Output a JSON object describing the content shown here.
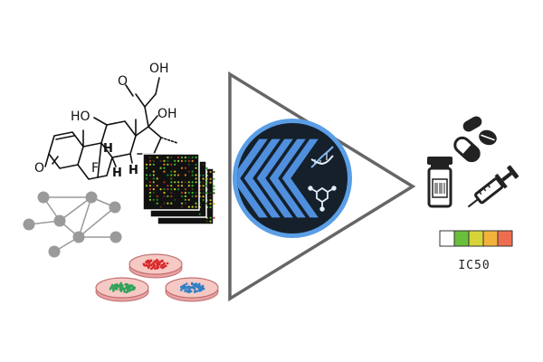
{
  "molecule": {
    "atoms": {
      "oh_top": "OH",
      "o_ketone": "O",
      "oh_right": "OH",
      "ho_left": "HO",
      "h_c9": "H",
      "h_c8": "H",
      "h_c14": "H",
      "f": "F",
      "o_ring": "O"
    }
  },
  "ic50_scale": {
    "label": "IC50",
    "colors": [
      "#ffffff",
      "#6abf3a",
      "#d7d43a",
      "#f2b23a",
      "#ef6d4f"
    ]
  },
  "colors": {
    "triangle_stroke": "#666666",
    "badge_ring": "#5a9ee6",
    "badge_fill": "#15202b",
    "chevron": "#4f8fde",
    "dish_red": "#d82a2a",
    "dish_green": "#2fa35a",
    "dish_blue": "#2f7fc4",
    "network_node": "#9a9a9a"
  }
}
